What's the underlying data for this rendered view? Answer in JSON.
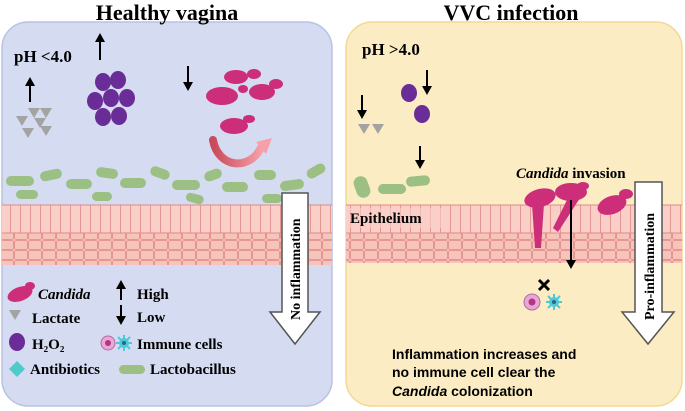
{
  "panels": {
    "left": {
      "title": "Healthy vagina",
      "ph": "pH <4.0",
      "side_label": "No inflammation"
    },
    "right": {
      "title": "VVC infection",
      "ph": "pH >4.0",
      "invasion_italic": "Candida",
      "invasion_rest": " invasion",
      "epithelium": "Epithelium",
      "side_label": "Pro-inflammation",
      "caption_line1": "Inflammation increases and",
      "caption_line2": "no immune cell clear the",
      "caption_line3_italic": "Candida",
      "caption_line3_rest": " colonization"
    }
  },
  "legend": {
    "candida": "Candida",
    "lactate": "Lactate",
    "h2o2": "H₂O₂",
    "antibiotics": "Antibiotics",
    "high": "High",
    "low": "Low",
    "immune": "Immune cells",
    "lactobacillus": "Lactobacillus"
  },
  "colors": {
    "left_bg": "#d5dcf1",
    "right_bg": "#fbecc3",
    "candida": "#cc2e7a",
    "h2o2": "#6a2d97",
    "lactate": "#a3a3a3",
    "lactobacillus": "#9cbf84",
    "epithelium": "#f7c4bc",
    "antibiotic": "#4fc9c9"
  }
}
